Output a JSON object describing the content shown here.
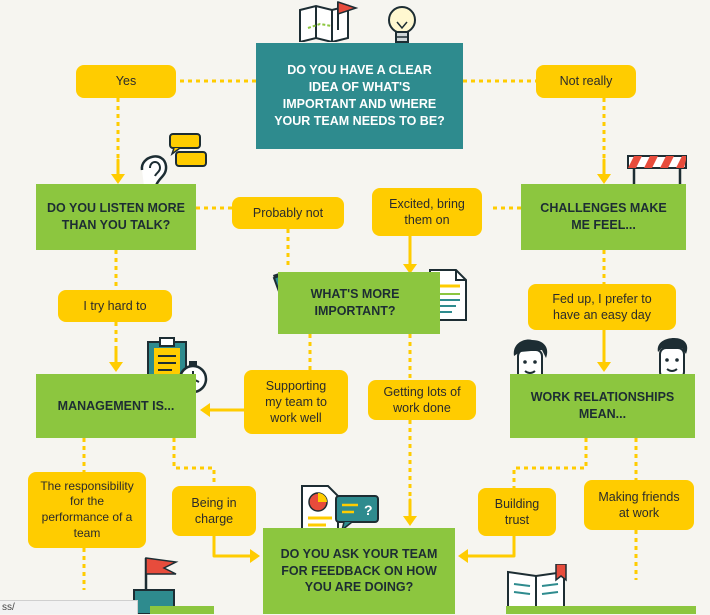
{
  "colors": {
    "teal": "#2e8b8e",
    "green": "#8cc63f",
    "yellow": "#ffcc00",
    "dark_text": "#1d2d33",
    "connector": "#ffcc00"
  },
  "questions": {
    "q_start": "DO YOU HAVE A CLEAR IDEA OF WHAT'S IMPORTANT AND WHERE YOUR TEAM NEEDS TO BE?",
    "q_listen": "DO YOU LISTEN MORE THAN YOU TALK?",
    "q_challenges": "CHALLENGES MAKE ME FEEL...",
    "q_important": "WHAT'S MORE IMPORTANT?",
    "q_management": "MANAGEMENT IS...",
    "q_relationships": "WORK RELATIONSHIPS MEAN...",
    "q_feedback": "DO YOU ASK YOUR TEAM FOR FEEDBACK ON HOW YOU ARE DOING?"
  },
  "answers": {
    "yes": "Yes",
    "not_really": "Not really",
    "probably_not": "Probably not",
    "excited": "Excited, bring them on",
    "try_hard": "I try hard to",
    "fed_up": "Fed up, I prefer to have an easy day",
    "supporting": "Supporting my team to work well",
    "lots_done": "Getting lots of work done",
    "responsibility": "The responsibility for the performance of a team",
    "in_charge": "Being in charge",
    "building_trust": "Building trust",
    "making_friends": "Making friends at work"
  },
  "icons": [
    "map-flag-icon",
    "lightbulb-icon",
    "ear-icon",
    "speech-bubble-icon",
    "barrier-icon",
    "pencil-icon",
    "document-icon",
    "clipboard-icon",
    "stopwatch-icon",
    "face-icon",
    "chart-document-icon",
    "chat-icon",
    "flag-icon",
    "book-icon"
  ],
  "status_bar": {
    "text": "ss/"
  }
}
